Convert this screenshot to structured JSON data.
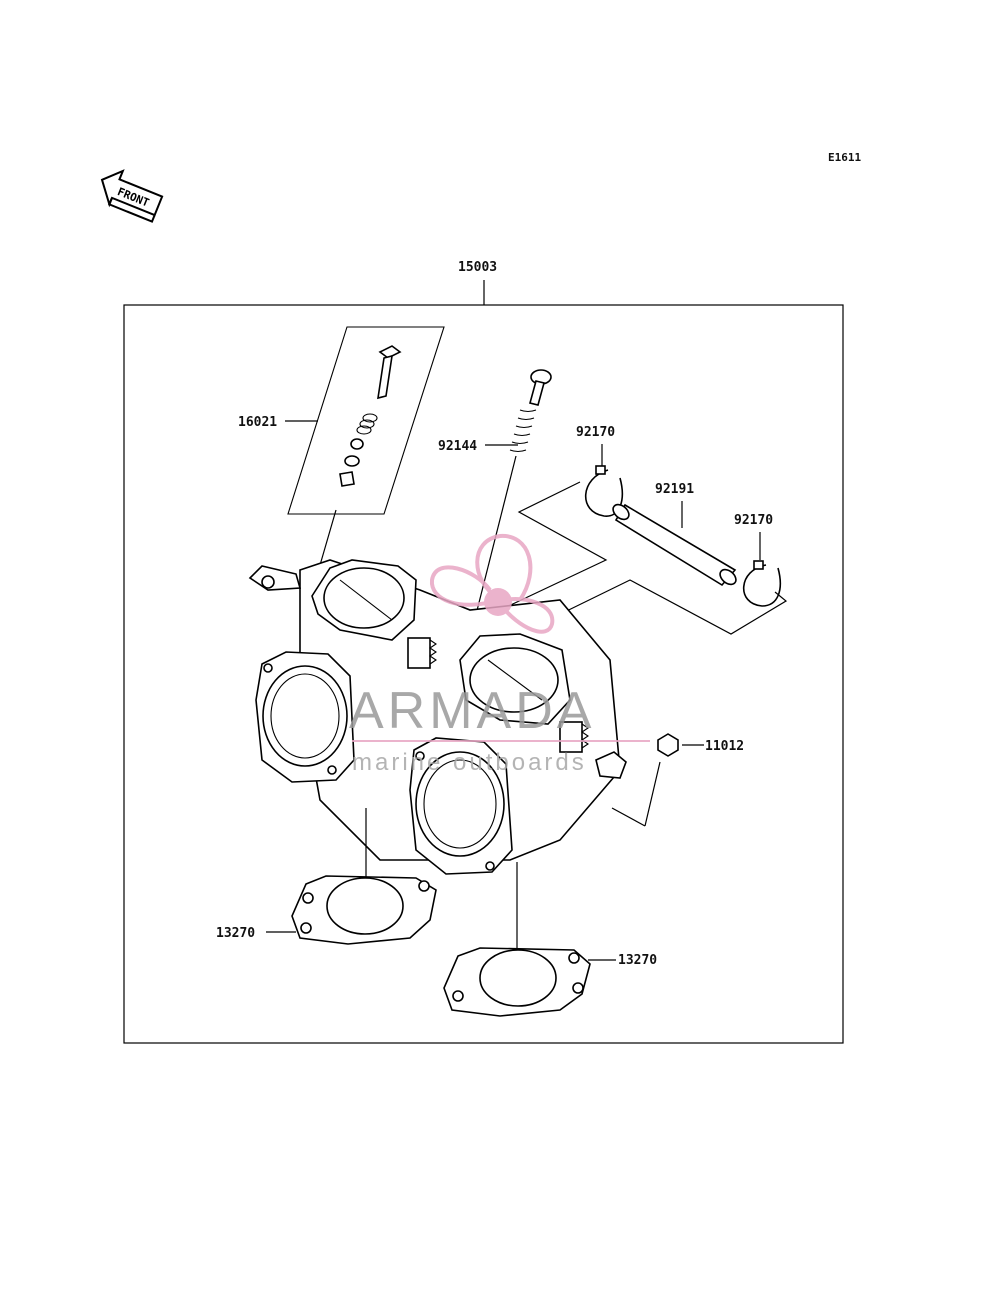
{
  "diagram": {
    "code": "E1611",
    "front_label": "FRONT",
    "parts": {
      "assembly": "15003",
      "screw_kit": "16021",
      "spring": "92144",
      "clip_top": "92170",
      "pipe": "92191",
      "clip_right": "92170",
      "cap": "11012",
      "gasket_left": "13270",
      "gasket_right": "13270"
    }
  },
  "watermark": {
    "brand": "ARMADA",
    "tagline": "marine outboards",
    "color": "#e8a6c4",
    "text_color": "#9a9a9a"
  }
}
